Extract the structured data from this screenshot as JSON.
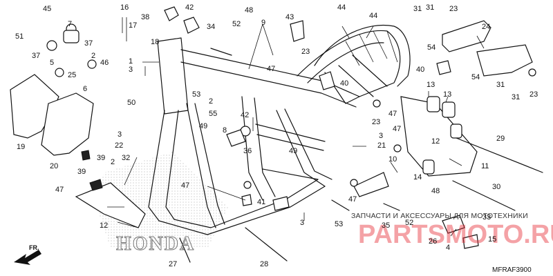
{
  "diagram_code": "MFRAF3900",
  "direction_label": "FR.",
  "brand_text": "HONDA",
  "watermark": {
    "caption": "ЗАПЧАСТИ И АКСЕССУАРЫ ДЛЯ МОТОТЕХНИКИ",
    "logo": "PARTSMOTO.RU"
  },
  "callouts": [
    {
      "id": "c45",
      "text": "45"
    },
    {
      "id": "c16",
      "text": "16"
    },
    {
      "id": "c38",
      "text": "38"
    },
    {
      "id": "c42a",
      "text": "42"
    },
    {
      "id": "c48",
      "text": "48"
    },
    {
      "id": "c43",
      "text": "43"
    },
    {
      "id": "c44a",
      "text": "44"
    },
    {
      "id": "c44b",
      "text": "44"
    },
    {
      "id": "c31a",
      "text": "31"
    },
    {
      "id": "c31b",
      "text": "31"
    },
    {
      "id": "c23a",
      "text": "23"
    },
    {
      "id": "c7",
      "text": "7"
    },
    {
      "id": "c51",
      "text": "51"
    },
    {
      "id": "c17",
      "text": "17"
    },
    {
      "id": "c34",
      "text": "34"
    },
    {
      "id": "c52a",
      "text": "52"
    },
    {
      "id": "c9",
      "text": "9"
    },
    {
      "id": "c24",
      "text": "24"
    },
    {
      "id": "c37a",
      "text": "37"
    },
    {
      "id": "c18",
      "text": "18"
    },
    {
      "id": "c37b",
      "text": "37"
    },
    {
      "id": "c23b",
      "text": "23"
    },
    {
      "id": "c54a",
      "text": "54"
    },
    {
      "id": "c1",
      "text": "1"
    },
    {
      "id": "c3a",
      "text": "3"
    },
    {
      "id": "c5",
      "text": "5"
    },
    {
      "id": "c46",
      "text": "46"
    },
    {
      "id": "c2a",
      "text": "2"
    },
    {
      "id": "c47a",
      "text": "47"
    },
    {
      "id": "c40a",
      "text": "40"
    },
    {
      "id": "c25",
      "text": "25"
    },
    {
      "id": "c54b",
      "text": "54"
    },
    {
      "id": "c6",
      "text": "6"
    },
    {
      "id": "c31c",
      "text": "31"
    },
    {
      "id": "c40b",
      "text": "40"
    },
    {
      "id": "c53a",
      "text": "53"
    },
    {
      "id": "c13a",
      "text": "13"
    },
    {
      "id": "c13b",
      "text": "13"
    },
    {
      "id": "c23c",
      "text": "23"
    },
    {
      "id": "c31d",
      "text": "31"
    },
    {
      "id": "c50",
      "text": "50"
    },
    {
      "id": "c2b",
      "text": "2"
    },
    {
      "id": "c55",
      "text": "55"
    },
    {
      "id": "c42b",
      "text": "42"
    },
    {
      "id": "c47b",
      "text": "47"
    },
    {
      "id": "c23d",
      "text": "23"
    },
    {
      "id": "c19",
      "text": "19"
    },
    {
      "id": "c49a",
      "text": "49"
    },
    {
      "id": "c8",
      "text": "8"
    },
    {
      "id": "c3b",
      "text": "3"
    },
    {
      "id": "c22",
      "text": "22"
    },
    {
      "id": "c36",
      "text": "36"
    },
    {
      "id": "c3c",
      "text": "3"
    },
    {
      "id": "c21",
      "text": "21"
    },
    {
      "id": "c47c",
      "text": "47"
    },
    {
      "id": "c12a",
      "text": "12"
    },
    {
      "id": "c29",
      "text": "29"
    },
    {
      "id": "c20",
      "text": "20"
    },
    {
      "id": "c39a",
      "text": "39"
    },
    {
      "id": "c32",
      "text": "32"
    },
    {
      "id": "c49b",
      "text": "49"
    },
    {
      "id": "c11",
      "text": "11"
    },
    {
      "id": "c10",
      "text": "10"
    },
    {
      "id": "c2c",
      "text": "2"
    },
    {
      "id": "c39b",
      "text": "39"
    },
    {
      "id": "c14",
      "text": "14"
    },
    {
      "id": "c47d",
      "text": "47"
    },
    {
      "id": "c47e",
      "text": "47"
    },
    {
      "id": "c48b",
      "text": "48"
    },
    {
      "id": "c30",
      "text": "30"
    },
    {
      "id": "c47f",
      "text": "47"
    },
    {
      "id": "c41",
      "text": "41"
    },
    {
      "id": "c3d",
      "text": "3"
    },
    {
      "id": "c12b",
      "text": "12"
    },
    {
      "id": "c53b",
      "text": "53"
    },
    {
      "id": "c35",
      "text": "35"
    },
    {
      "id": "c52b",
      "text": "52"
    },
    {
      "id": "c33",
      "text": "33"
    },
    {
      "id": "c26",
      "text": "26"
    },
    {
      "id": "c4",
      "text": "4"
    },
    {
      "id": "c15",
      "text": "15"
    },
    {
      "id": "c27",
      "text": "27"
    },
    {
      "id": "c28",
      "text": "28"
    }
  ]
}
